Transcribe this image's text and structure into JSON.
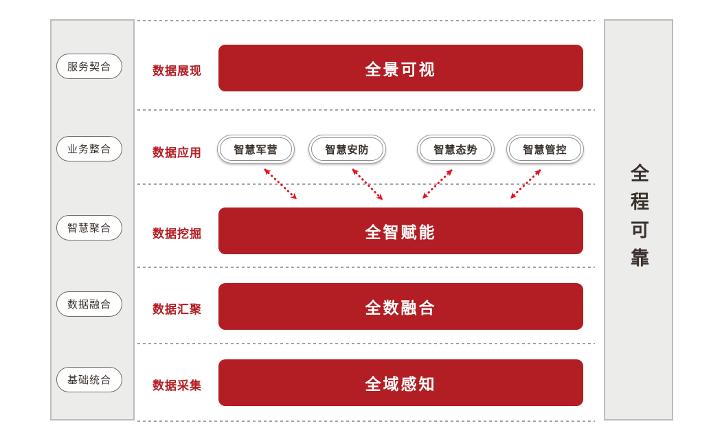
{
  "left_sidebar": {
    "items": [
      {
        "label": "服务契合"
      },
      {
        "label": "业务整合"
      },
      {
        "label": "智慧聚合"
      },
      {
        "label": "数据融合"
      },
      {
        "label": "基础统合"
      }
    ]
  },
  "right_sidebar": {
    "label": "全程可靠"
  },
  "rows": [
    {
      "label": "数据展现",
      "bar": "全景可视"
    },
    {
      "label": "数据应用",
      "pills": [
        {
          "label": "智慧军营"
        },
        {
          "label": "智慧安防"
        },
        {
          "label": "智慧态势"
        },
        {
          "label": "智慧管控"
        }
      ]
    },
    {
      "label": "数据挖掘",
      "bar": "全智赋能"
    },
    {
      "label": "数据汇聚",
      "bar": "全数融合"
    },
    {
      "label": "数据采集",
      "bar": "全域感知"
    }
  ],
  "colors": {
    "bar_red": "#b21e23",
    "label_red": "#b21e23",
    "arrow_red": "#e3121b",
    "panel_gray": "#ececeb"
  }
}
